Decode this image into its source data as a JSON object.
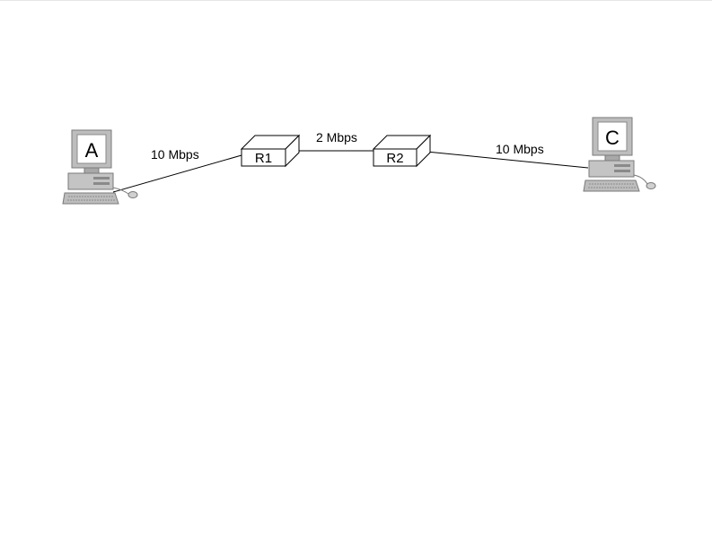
{
  "diagram": {
    "hosts": [
      {
        "id": "A",
        "label": "A"
      },
      {
        "id": "C",
        "label": "C"
      }
    ],
    "routers": [
      {
        "id": "R1",
        "label": "R1"
      },
      {
        "id": "R2",
        "label": "R2"
      }
    ],
    "links": [
      {
        "from": "A",
        "to": "R1",
        "label": "10 Mbps"
      },
      {
        "from": "R1",
        "to": "R2",
        "label": "2 Mbps"
      },
      {
        "from": "R2",
        "to": "C",
        "label": "10 Mbps"
      }
    ],
    "colors": {
      "line": "#000000",
      "computer_body": "#bdbdbd",
      "computer_dark": "#8a8a8a",
      "computer_screen": "#ffffff"
    }
  }
}
